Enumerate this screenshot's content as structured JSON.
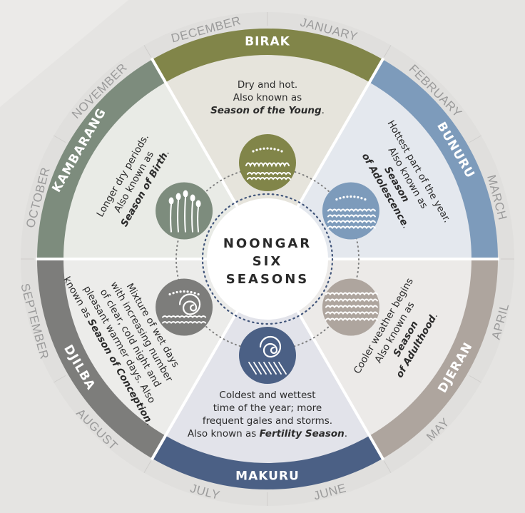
{
  "center": {
    "line1": "NOONGAR",
    "line2": "SIX",
    "line3": "SEASONS"
  },
  "months": [
    "DECEMBER",
    "JANUARY",
    "FEBRUARY",
    "MARCH",
    "APRIL",
    "MAY",
    "JUNE",
    "JULY",
    "AUGUST",
    "SEPTEMBER",
    "OCTOBER",
    "NOVEMBER"
  ],
  "seasons": [
    {
      "name": "BIRAK",
      "color": "#818549",
      "panel": "#e6e4dc",
      "icon": "sun-waves-icon",
      "lines": [
        "Dry and hot.",
        "Also known as"
      ],
      "em": "Season of the Young",
      "tail": "."
    },
    {
      "name": "BUNURU",
      "color": "#7d9bbb",
      "panel": "#e4e8ee",
      "icon": "sea-waves-icon",
      "lines": [
        "Hottest part of the year.",
        "Also known as"
      ],
      "em": "Season",
      "em2": "of Adolescence",
      "tail": "."
    },
    {
      "name": "DJERAN",
      "color": "#aea59e",
      "panel": "#eceae8",
      "icon": "cool-waves-icon",
      "lines": [
        "Cooler weather begins",
        "Also known as"
      ],
      "em": "Season",
      "em2": "of Adulthood",
      "tail": "."
    },
    {
      "name": "MAKURU",
      "color": "#4b6085",
      "panel": "#e2e3ea",
      "icon": "storm-swirl-icon",
      "lines": [
        "Coldest and wettest",
        "time of the year; more",
        "frequent gales and storms."
      ],
      "prefix": "Also known as",
      "em": "Fertility Season",
      "tail": "."
    },
    {
      "name": "DJILBA",
      "color": "#7d7d7b",
      "panel": "#ececea",
      "icon": "wind-swirl-icon",
      "lines": [
        "Mixture of wet days",
        "with increasing number",
        "of clear, cold night and",
        "pleasant warmer days. Also"
      ],
      "prefix": "known as",
      "em": "Season of Conception",
      "tail": "."
    },
    {
      "name": "KAMBARANG",
      "color": "#7d8c7d",
      "panel": "#e9ebe6",
      "icon": "flower-stems-icon",
      "lines": [
        "Longer dry periods.",
        "Also known as"
      ],
      "em": "Season of Birth",
      "tail": "."
    }
  ],
  "colors": {
    "background": "#e5e4e2",
    "month_text": "#9b9b9b",
    "center_fill": "#ffffff"
  }
}
